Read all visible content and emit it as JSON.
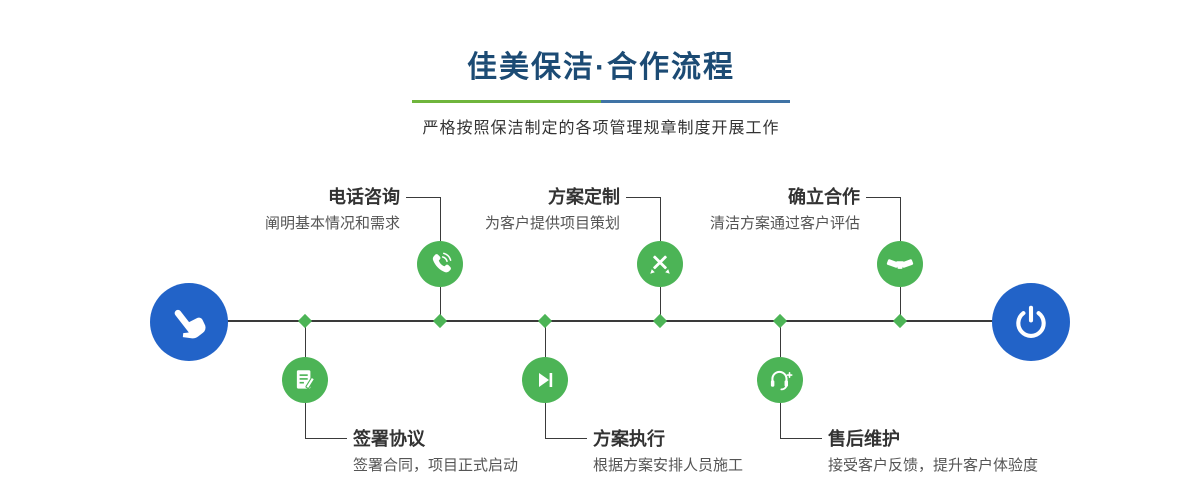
{
  "header": {
    "title": "佳美保洁·合作流程",
    "subtitle": "严格按照保洁制定的各项管理规章制度开展工作",
    "divider_colors": {
      "left": "#6fb53c",
      "right": "#3f73a5"
    }
  },
  "timeline": {
    "colors": {
      "primary_blue": "#2263c8",
      "step_green": "#4cb456",
      "line": "#3a3a3a",
      "title_navy": "#1c4b74"
    },
    "start": {
      "icon": "hand-pointer-icon"
    },
    "end": {
      "icon": "power-icon"
    },
    "top_steps": [
      {
        "title": "电话咨询",
        "desc": "阐明基本情况和需求",
        "icon": "phone-call-icon"
      },
      {
        "title": "方案定制",
        "desc": "为客户提供项目策划",
        "icon": "design-pencil-icon"
      },
      {
        "title": "确立合作",
        "desc": "清洁方案通过客户评估",
        "icon": "handshake-icon"
      }
    ],
    "bottom_steps": [
      {
        "title": "签署协议",
        "desc": "签署合同，项目正式启动",
        "icon": "contract-sign-icon"
      },
      {
        "title": "方案执行",
        "desc": "根据方案安排人员施工",
        "icon": "execute-play-icon"
      },
      {
        "title": "售后维护",
        "desc": "接受客户反馈，提升客户体验度",
        "icon": "headset-support-icon"
      }
    ]
  }
}
